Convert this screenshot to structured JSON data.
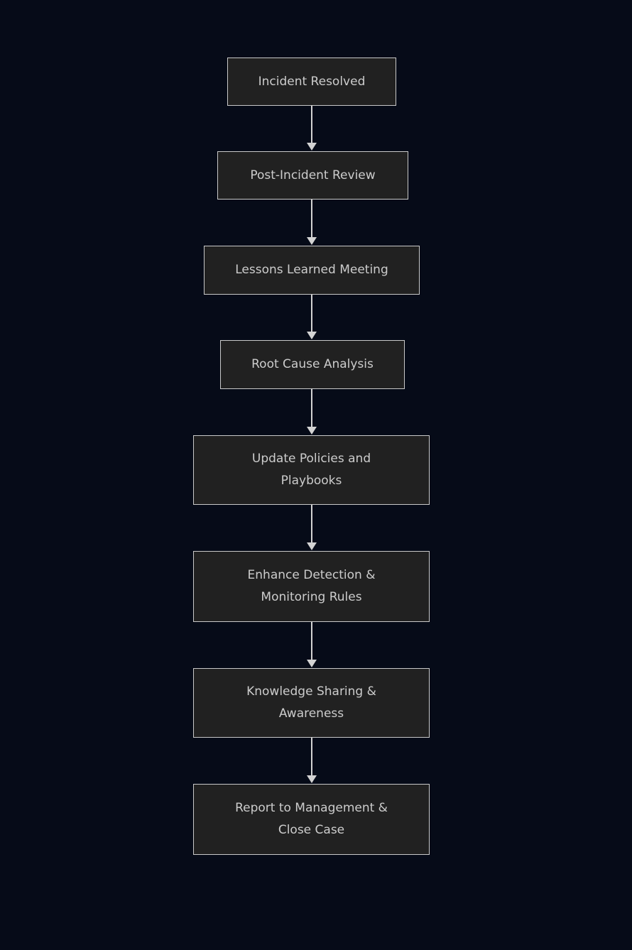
{
  "diagram": {
    "type": "flowchart",
    "direction": "top-down",
    "colors": {
      "background": "#060b18",
      "node_fill": "#212121",
      "node_border": "#c9c9c9",
      "node_text": "#cccccc",
      "arrow": "#d3d3d3"
    },
    "nodes": [
      {
        "id": "incident-resolved",
        "label": "Incident Resolved"
      },
      {
        "id": "post-incident-review",
        "label": "Post-Incident Review"
      },
      {
        "id": "lessons-learned-meeting",
        "label": "Lessons Learned Meeting"
      },
      {
        "id": "root-cause-analysis",
        "label": "Root Cause Analysis"
      },
      {
        "id": "update-policies",
        "label": "Update Policies and\nPlaybooks"
      },
      {
        "id": "enhance-detection",
        "label": "Enhance Detection &\nMonitoring Rules"
      },
      {
        "id": "knowledge-sharing",
        "label": "Knowledge Sharing &\nAwareness"
      },
      {
        "id": "report-to-management",
        "label": "Report to Management &\nClose Case"
      }
    ],
    "edges": [
      {
        "from": "incident-resolved",
        "to": "post-incident-review"
      },
      {
        "from": "post-incident-review",
        "to": "lessons-learned-meeting"
      },
      {
        "from": "lessons-learned-meeting",
        "to": "root-cause-analysis"
      },
      {
        "from": "root-cause-analysis",
        "to": "update-policies"
      },
      {
        "from": "update-policies",
        "to": "enhance-detection"
      },
      {
        "from": "enhance-detection",
        "to": "knowledge-sharing"
      },
      {
        "from": "knowledge-sharing",
        "to": "report-to-management"
      }
    ]
  }
}
